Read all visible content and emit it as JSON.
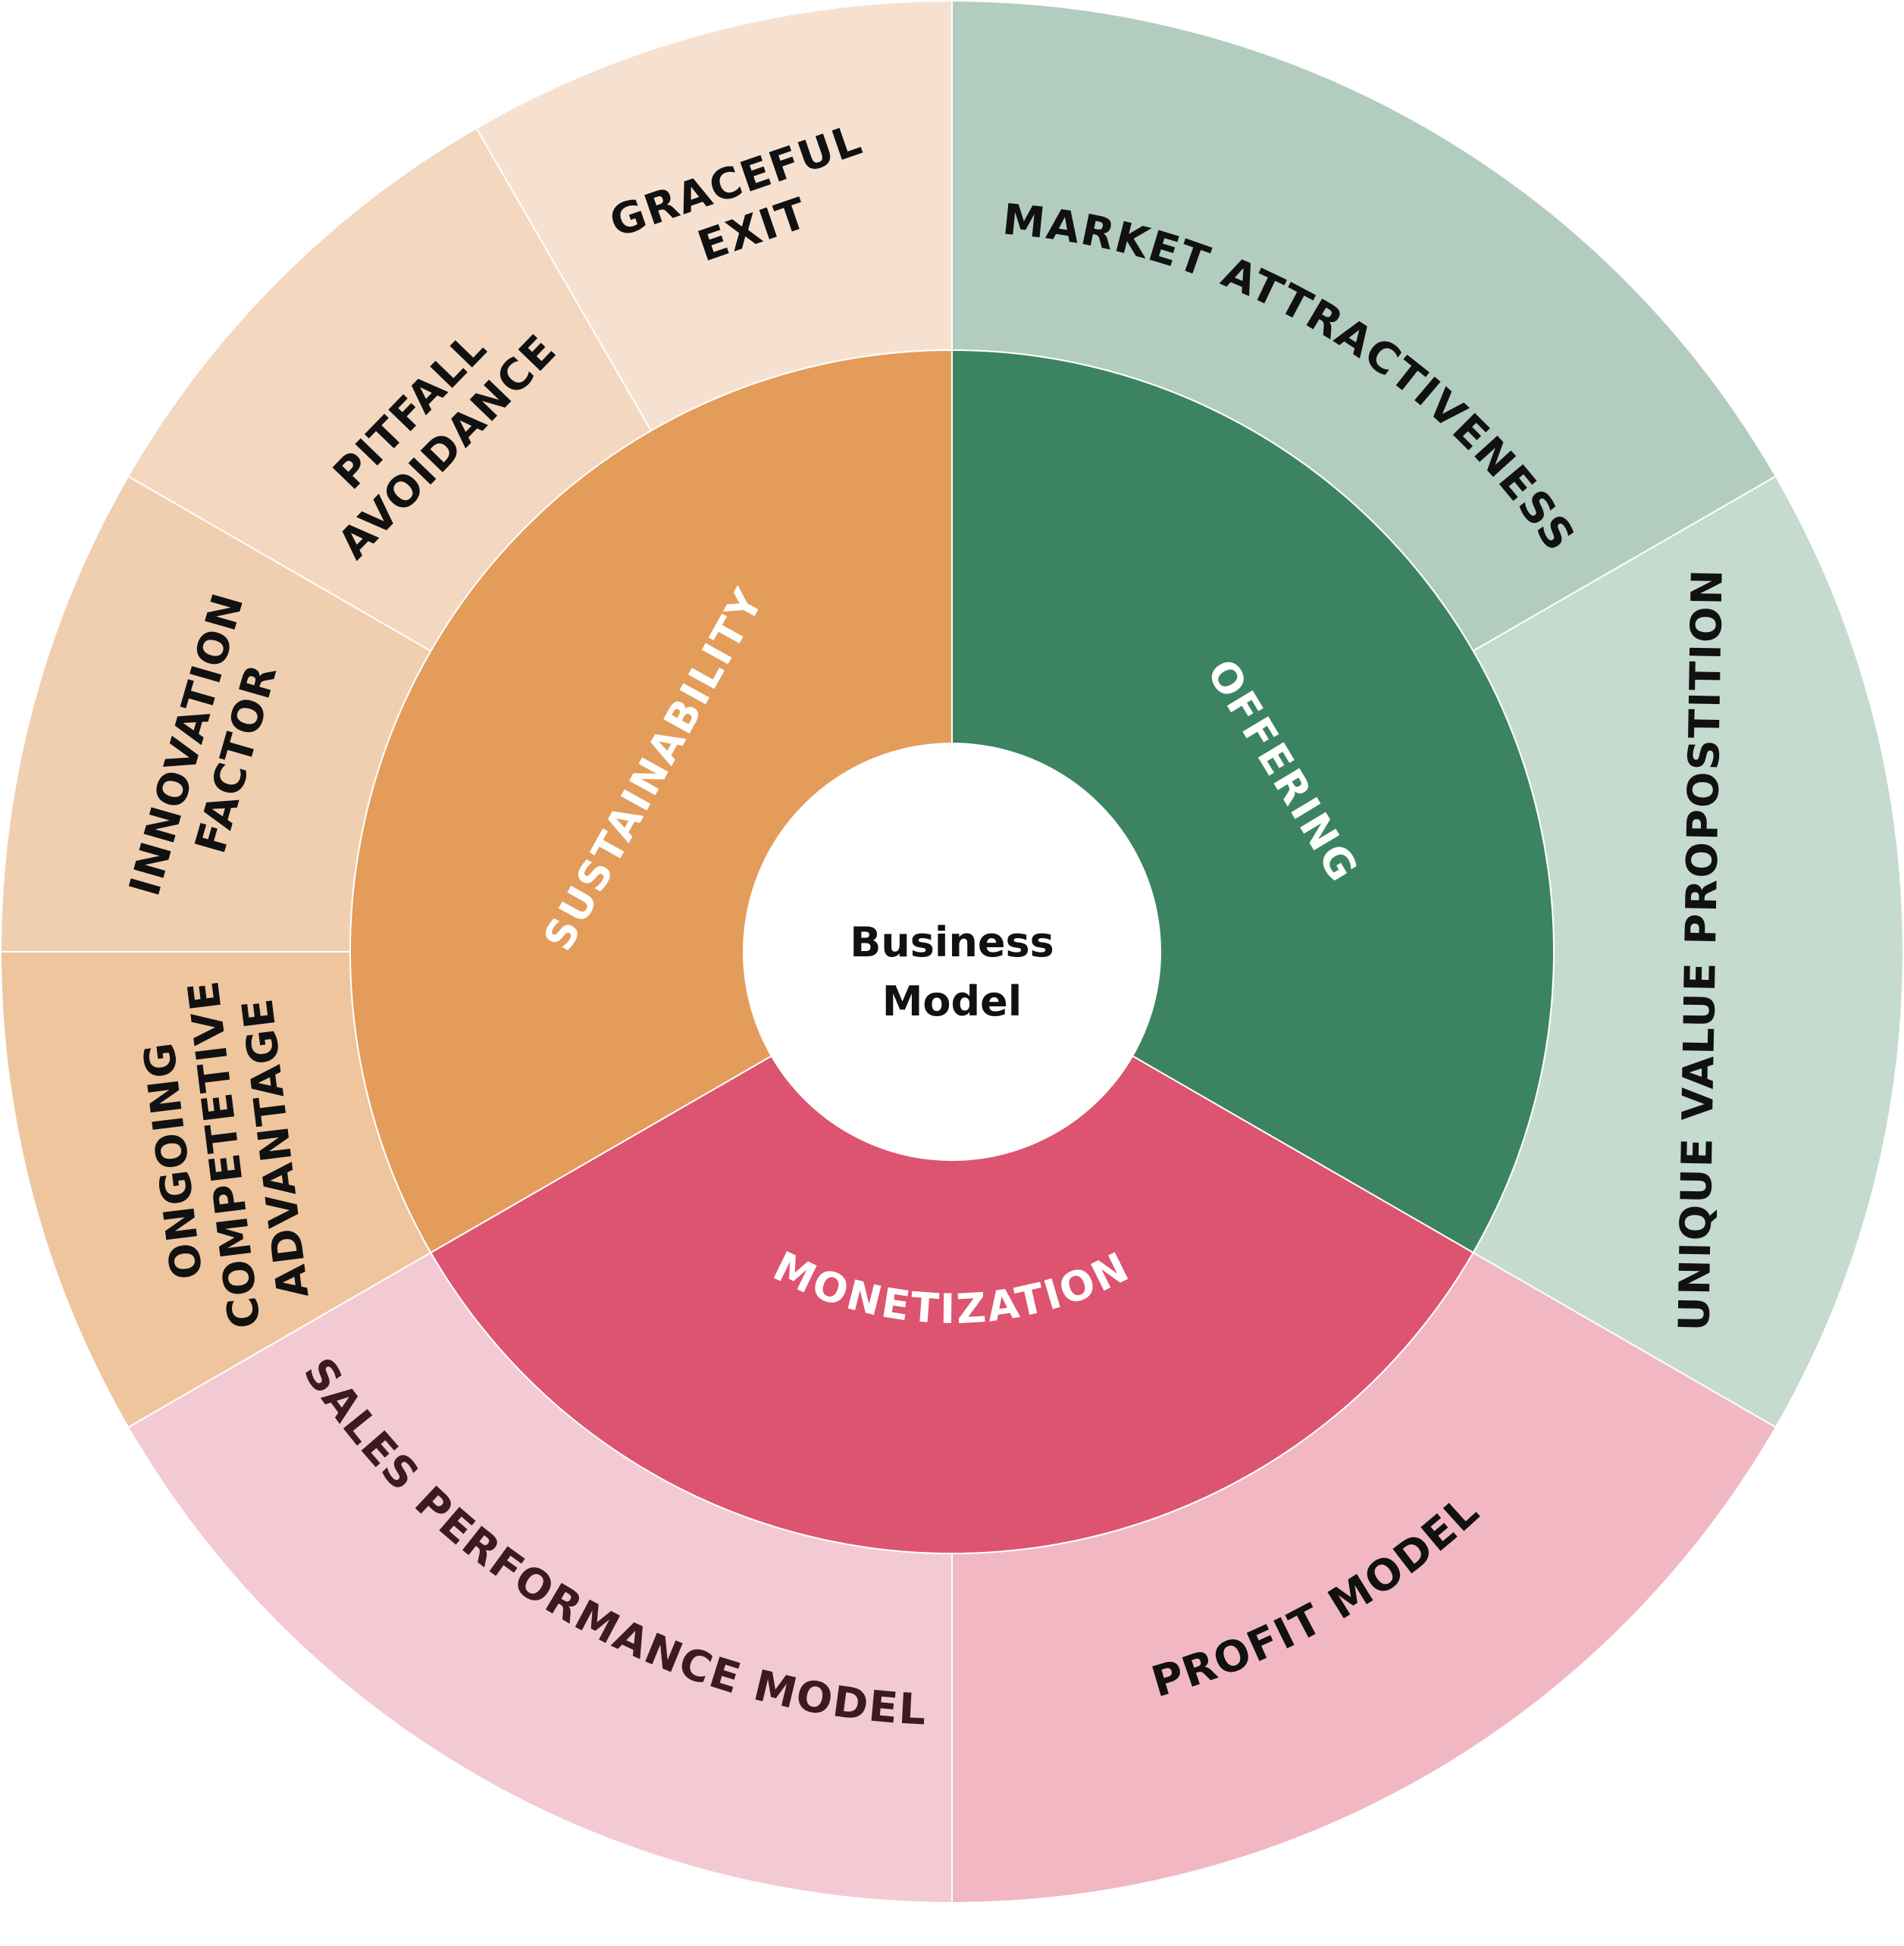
{
  "center": {
    "line1": "Business",
    "line2": "Model"
  },
  "inner_ring": {
    "offering": {
      "label": "OFFERING",
      "color": "#3C8461"
    },
    "monetization": {
      "label": "MONETIZATION",
      "color": "#DD5470"
    },
    "sustainability": {
      "label": "SUSTAINABILITY",
      "color": "#E49C5A"
    }
  },
  "outer_ring": {
    "market_attractiveness": {
      "label": "MARKET ATTRACTIVENESS",
      "color": "#B2CDC0"
    },
    "unique_value_proposition": {
      "label": "UNIQUE VALUE PROPOSTITION",
      "color": "#C5DBD0"
    },
    "profit_model": {
      "label": "PROFIT MODEL",
      "color": "#F1B8C3"
    },
    "sales_performance_model": {
      "label": "SALES PERFORMANCE MODEL",
      "color": "#F3CAD4",
      "text_color": "#3B1A22"
    },
    "ongoing_competitive_advantage": {
      "line1": "ONGOING",
      "line2": "COMPETETIVE",
      "line3": "ADVANTAGE",
      "color": "#EEC59D"
    },
    "innovation_factor": {
      "line1": "INNOVATION",
      "line2": "FACTOR",
      "color": "#F0CFB0"
    },
    "pitfall_avoidance": {
      "line1": "PITFALL",
      "line2": "AVOIDANCE",
      "color": "#F3D7BF"
    },
    "graceful_exit": {
      "line1": "GRACEFUL",
      "line2": "EXIT",
      "color": "#F6E1D0"
    }
  }
}
